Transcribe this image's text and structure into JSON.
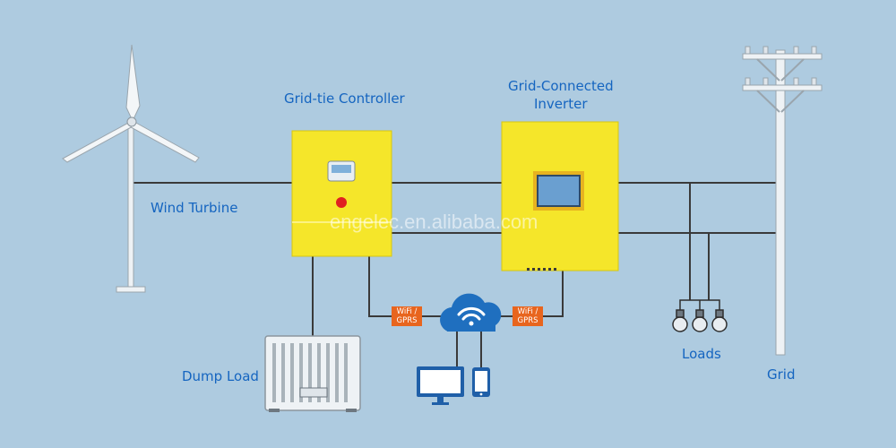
{
  "labels": {
    "wind_turbine": "Wind Turbine",
    "controller": "Grid-tie Controller",
    "inverter_line1": "Grid-Connected",
    "inverter_line2": "Inverter",
    "dump_load": "Dump Load",
    "loads": "Loads",
    "grid": "Grid"
  },
  "comm": {
    "left_tag": [
      "WiFi /",
      "GPRS"
    ],
    "right_tag": [
      "WiFi /",
      "GPRS"
    ]
  },
  "watermark": "engelec.en.alibaba.com",
  "icons": [
    "wind-turbine-icon",
    "cloud-wifi-icon",
    "monitor-icon",
    "phone-icon",
    "bulb-icon",
    "power-pole-icon",
    "dump-load-icon"
  ],
  "colors": {
    "background": "#aecbe0",
    "label": "#1565c0",
    "device": "#f5e62a",
    "tag": "#e8651e",
    "wire": "#3a3a3a",
    "cloud": "#1f6fbf"
  }
}
